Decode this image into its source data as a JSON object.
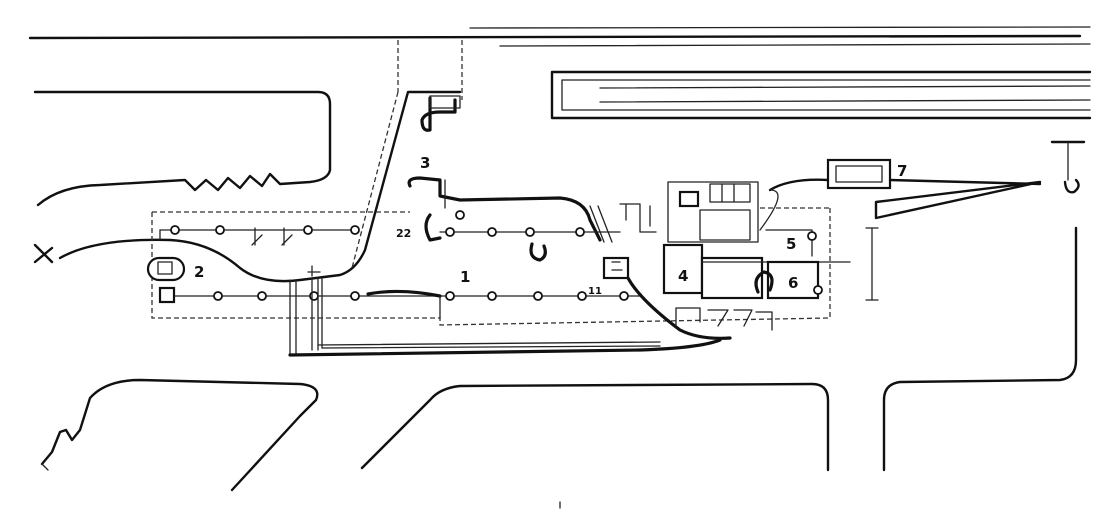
{
  "labels": {
    "l1": "1",
    "l2": "2",
    "l3": "3",
    "l4": "4",
    "l5": "5",
    "l6": "6",
    "l7": "7",
    "l11": "11",
    "l22": "22"
  }
}
